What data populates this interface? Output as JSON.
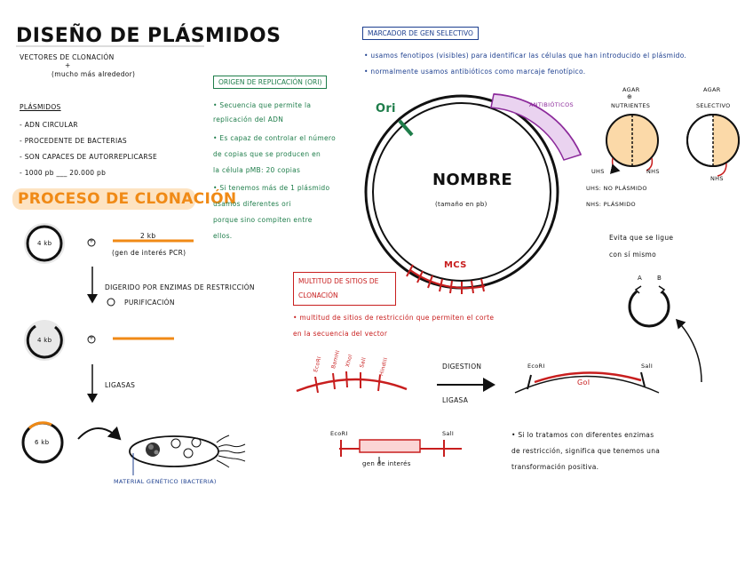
{
  "title": "DISEÑO DE PLÁSMIDOS",
  "vectores": {
    "line1": "VECTORES DE CLONACIÓN",
    "plus": "+",
    "line2": "(mucho más alrededor)"
  },
  "plasmidos": {
    "heading": "PLÁSMIDOS",
    "items": [
      "- ADN CIRCULAR",
      "- PROCEDENTE DE BACTERIAS",
      "- SON CAPACES DE AUTORREPLICARSE",
      "- 1000 pb  ___  20.000 pb"
    ]
  },
  "proceso": {
    "heading": "PROCESO DE CLONACIÓN",
    "vector_label_1": "4 kb",
    "insert_size": "2 kb",
    "insert_caption": "(gen de interés PCR)",
    "step1": "DIGERIDO POR ENZIMAS DE RESTRICCIÓN",
    "step1b": "PURIFICACIÓN",
    "vector_label_2": "4 kb",
    "step2": "LIGASAS",
    "vector_label_3": "6 kb",
    "material": "MATERIAL GENÉTICO (BACTERIA)",
    "plus_sign": "+"
  },
  "origen": {
    "label": "ORIGEN DE REPLICACIÓN (ORI)",
    "bullets": [
      "• Secuencia que permite la",
      "  replicación del ADN",
      "• Es capaz de controlar el número",
      "  de copias que se producen en",
      "  la célula   pMB: 20 copias",
      "• Si tenemos más de 1 plásmido",
      "  usamos diferentes ori",
      "  porque sino compiten entre",
      "  ellos."
    ]
  },
  "plasmid": {
    "name": "NOMBRE",
    "size": "(tamaño en pb)",
    "ori": "Ori",
    "mcs": "MCS",
    "antibioticos": "ANTIBIÓTICOS"
  },
  "marcador": {
    "label": "MARCADOR DE GEN SELECTIVO",
    "bullets": [
      "• usamos fenotipos (visibles) para identificar las células que han introducido el plásmido.",
      "• normalmente usamos antibióticos como marcaje fenotípico."
    ]
  },
  "agar": {
    "plate1_title": "AGAR",
    "plate1_sub": "NUTRIENTES",
    "plate1_symbol": "⊕",
    "plate2_title": "AGAR",
    "plate2_sub": "SELECTIVO",
    "uhs": "UHS",
    "nhs": "NHS",
    "nhs2": "NHS",
    "legend1": "UHS: NO PLÁSMIDO",
    "legend2": "NHS: PLÁSMIDO"
  },
  "evita": {
    "line1": "Evita que se ligue",
    "line2": "con sí mismo",
    "a": "A",
    "b": "B"
  },
  "multitud": {
    "label": "MULTITUD DE SITIOS DE CLONACIÓN",
    "bullet_line1": "• multitud de sitios de restricción que permiten el corte",
    "bullet_line2": "  en la secuencia del vector",
    "sites": [
      "EcoRI",
      "BamHI",
      "XhoI",
      "SalI",
      "HindIII"
    ]
  },
  "digestion": {
    "label": "DIGESTION",
    "ligasa": "LIGASA"
  },
  "result": {
    "left": "EcoRI",
    "right": "SalI",
    "gene": "GoI"
  },
  "gen": {
    "left": "EcoRI",
    "right": "SalI",
    "caption": "gen de interés"
  },
  "note": {
    "lines": [
      "• Si lo tratamos con diferentes enzimas",
      "  de restricción, significa que tenemos una",
      "  transformación positiva."
    ]
  },
  "colors": {
    "green": "#1e7d4a",
    "blue": "#1d3f8f",
    "red": "#c81e1e",
    "purple": "#8c2a9b",
    "orange": "#f08a16",
    "peach": "#fbd9a8"
  }
}
